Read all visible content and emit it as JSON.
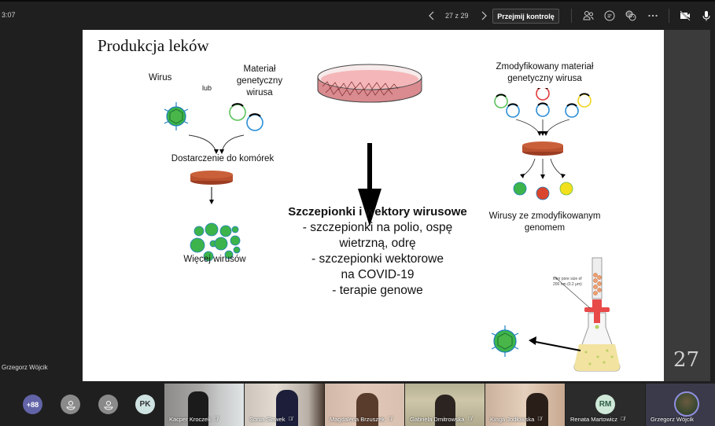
{
  "topbar": {
    "timer": "3:07",
    "page_count": "27 z 29",
    "prev_icon": "chevron-left-icon",
    "next_icon": "chevron-right-icon",
    "take_control_label": "Przejmij kontrolę",
    "icons": [
      "participants-icon",
      "chat-icon",
      "reactions-icon",
      "more-icon",
      "camera-off-icon",
      "mic-icon"
    ]
  },
  "presenter": {
    "name": "Grzegorz Wójcik"
  },
  "slide": {
    "title": "Produkcja leków",
    "number": "27",
    "left": {
      "virus_label": "Wirus",
      "or_label": "lub",
      "material_label": "Materiał genetyczny wirusa",
      "delivery_label": "Dostarczenie do komórek",
      "more_viruses_label": "Więcej wirusów"
    },
    "center": {
      "heading": "Szczepionki i wektory wirusowe",
      "lines": [
        "- szczepionki na polio, ospę",
        "wietrzną, odrę",
        "- szczepionki wektorowe",
        "na COVID-19",
        "- terapie genowe"
      ]
    },
    "right": {
      "modified_material_label": "Zmodyfikowany materiał genetyczny wirusa",
      "modified_viruses_label": "Wirusy ze zmodyfikowanym genomem",
      "filter_label_1": "filter pore size of",
      "filter_label_2": "200 nm (0.2 μm)"
    },
    "colors": {
      "virus_green": "#3cb44b",
      "virus_outline": "#1f7fbf",
      "dish_brown": "#b9512f",
      "ring_green": "#5cc25c",
      "ring_blue": "#2b8fd6",
      "ring_red": "#e23a3a",
      "ring_yellow": "#f2d51c",
      "virus_red": "#d9452e",
      "virus_yellow": "#f2e01c",
      "flask_liquid": "#f2e3a0",
      "stopper_red": "#e84a4a"
    }
  },
  "bottom": {
    "overflow_count": "+88",
    "avatars": [
      {
        "initials": "",
        "icon": "person-icon",
        "color": "#8a8a8a"
      },
      {
        "initials": "",
        "icon": "person-icon",
        "color": "#8a8a8a"
      },
      {
        "initials": "PK",
        "color": "#cfe3e3"
      }
    ],
    "participants": [
      {
        "name": "Kacper Kroczek",
        "muted": true
      },
      {
        "name": "Sonia Sławek",
        "muted": true
      },
      {
        "name": "Magdalena Brzuszek",
        "muted": true
      },
      {
        "name": "Gabriela Dmitrowska",
        "muted": true
      },
      {
        "name": "Kinga Jodłowska",
        "muted": true
      },
      {
        "name": "Renata Martowicz",
        "initials": "RM",
        "muted": true
      },
      {
        "name": "Grzegorz Wójcik",
        "muted": false
      }
    ]
  }
}
